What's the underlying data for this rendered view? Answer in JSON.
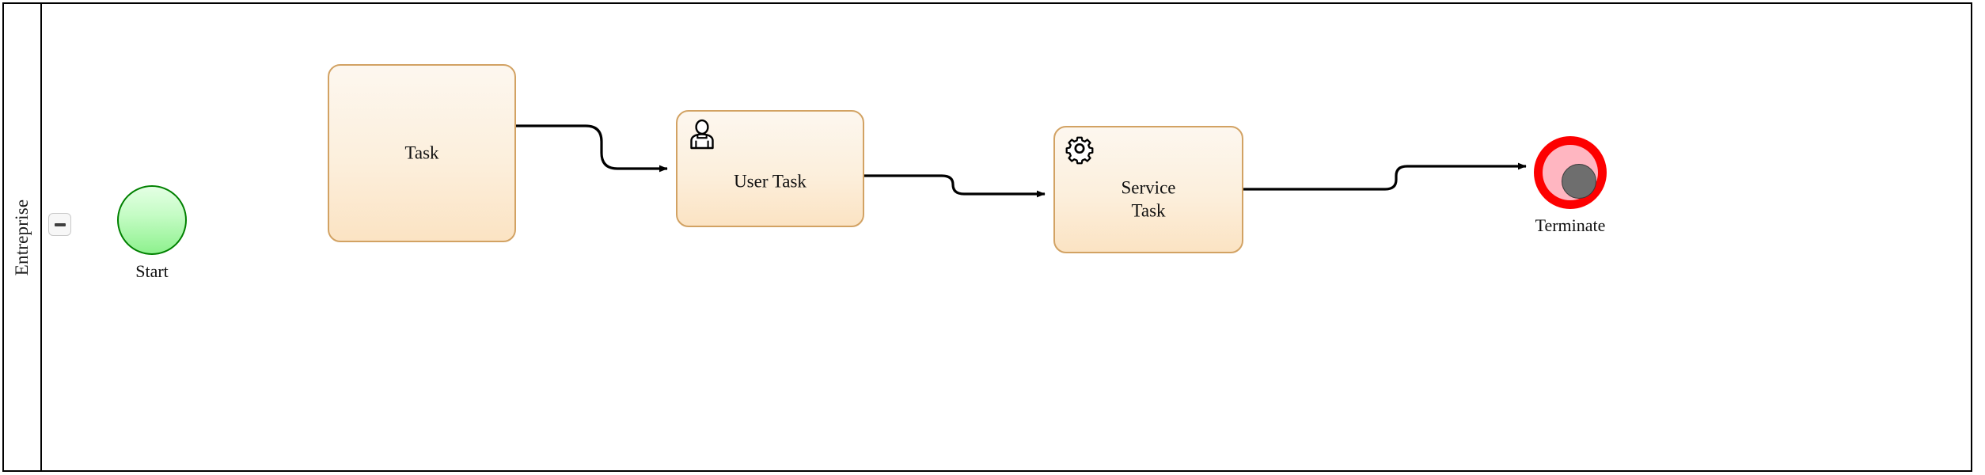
{
  "pool": {
    "name": "Entreprise",
    "collapse_button": {
      "icon": "minus-icon",
      "label": "−"
    }
  },
  "diagram": {
    "type": "bpmn-process",
    "nodes": [
      {
        "id": "start",
        "kind": "start-event",
        "label": "Start",
        "shape": "circle",
        "fill": "#c5fcc5",
        "stroke": "#008000"
      },
      {
        "id": "task",
        "kind": "task",
        "label": "Task",
        "icon": null,
        "fill": "#fcefdc",
        "stroke": "#d2a263"
      },
      {
        "id": "user-task",
        "kind": "user-task",
        "label": "User Task",
        "icon": "user-icon",
        "fill": "#fcefdc",
        "stroke": "#d2a263"
      },
      {
        "id": "service-task",
        "kind": "service-task",
        "label": "Service\nTask",
        "label_line1": "Service",
        "label_line2": "Task",
        "icon": "gear-icon",
        "fill": "#fcefdc",
        "stroke": "#d2a263"
      },
      {
        "id": "terminate",
        "kind": "terminate-end-event",
        "label": "Terminate",
        "shape": "circle",
        "ring": "#fd0000",
        "band": "#ffb6c1",
        "core": "#6e6e6e"
      }
    ],
    "flows": [
      {
        "id": "flow-1",
        "from": "task",
        "to": "user-task",
        "style": "rounded-step"
      },
      {
        "id": "flow-2",
        "from": "user-task",
        "to": "service-task",
        "style": "rounded-step"
      },
      {
        "id": "flow-3",
        "from": "service-task",
        "to": "terminate",
        "style": "rounded-step"
      }
    ]
  }
}
